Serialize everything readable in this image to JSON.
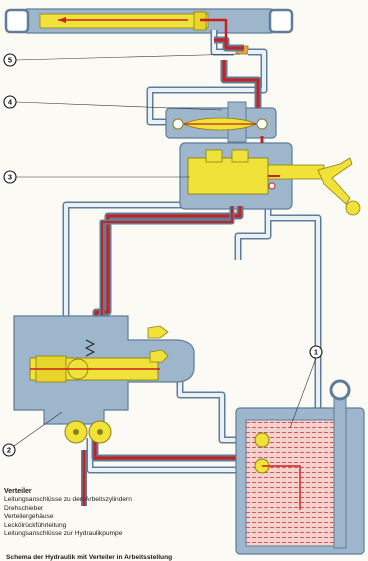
{
  "callouts": [
    "1",
    "2",
    "3",
    "4",
    "5"
  ],
  "legend": {
    "title": "Verteiler",
    "lines": [
      "Leitungsanschlüsse zu den Arbeitszylindern",
      "Drehschieber",
      "Verteilergehäuse",
      "Leckölrückführleitung",
      "Leitungsanschlüsse zur Hydraulikpumpe"
    ]
  },
  "caption": "Schema der Hydraulik mit Verteiler in Arbeitsstellung",
  "colors": {
    "housing": "#9eb6cc",
    "housing_stroke": "#5f7d98",
    "component": "#f1e23a",
    "component_stroke": "#8a7f12",
    "pressure_line": "#c8201c",
    "return_line": "#e9f0f6",
    "oil_tank_fill": "#f4d2cd"
  }
}
